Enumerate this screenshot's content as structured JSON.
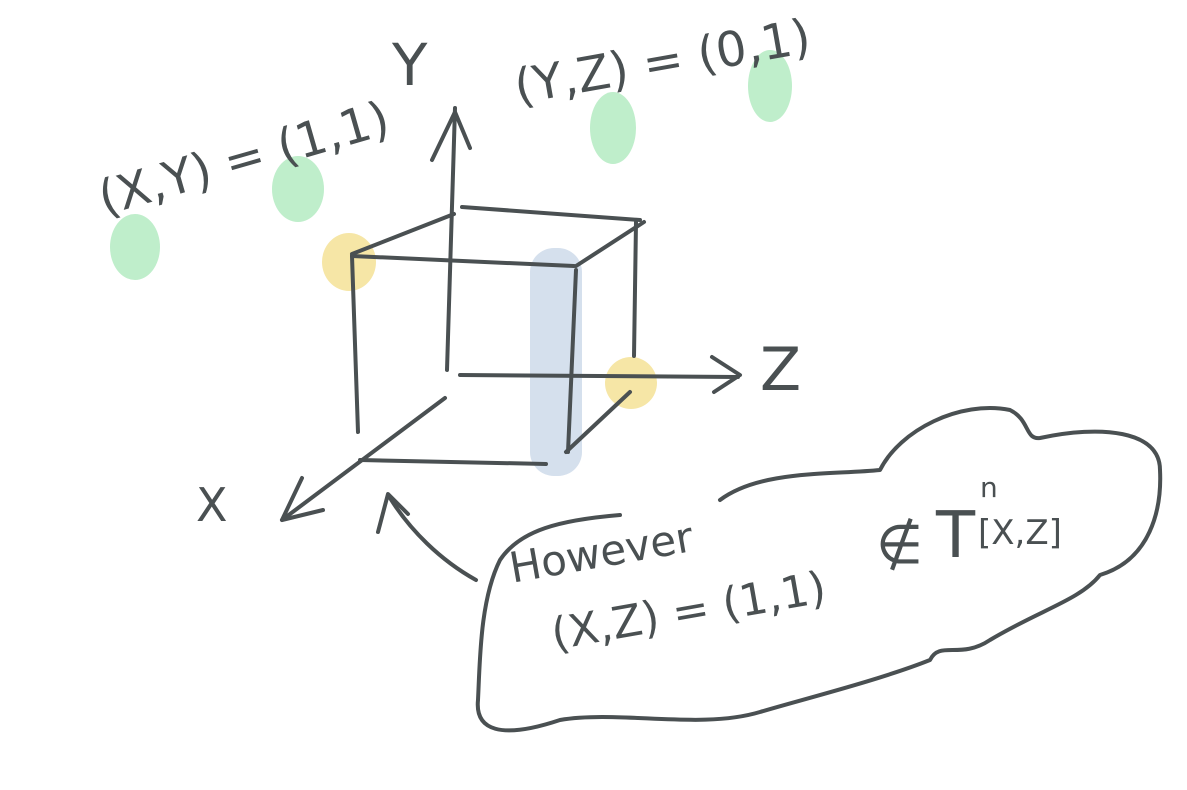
{
  "diagram": {
    "labels": {
      "axis_y": "Y",
      "axis_z": "Z",
      "axis_x": "X",
      "pair_yz": "(Y,Z) = (0,1)",
      "pair_xy": "(X,Y) = (1,1)",
      "note_line1": "However",
      "note_line2": "(X,Z) = (1,1)",
      "not_in": "∉",
      "set_T": "T",
      "set_T_sup": "n",
      "set_T_sub": "[X,Z]"
    },
    "colors": {
      "ink": "#4a5052",
      "green_highlight": "#bfeecb",
      "yellow_highlight": "#f6e6a6",
      "blue_highlight": "#d5e0ed"
    }
  }
}
